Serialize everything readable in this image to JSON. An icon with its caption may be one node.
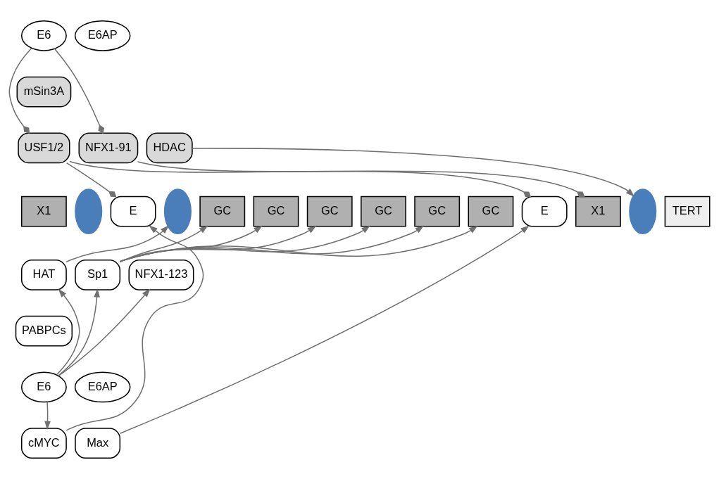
{
  "diagram": {
    "nodes": [
      {
        "text": [
          "E6"
        ]
      },
      {
        "text": [
          "E6AP"
        ]
      },
      {
        "text": [
          "USF1/2"
        ]
      },
      {
        "text": [
          "mSin3A"
        ]
      },
      {
        "text": [
          "NFX1-91"
        ]
      },
      {
        "text": [
          "HDAC"
        ]
      },
      {
        "text": [
          "X1"
        ]
      },
      {
        "text": [],
        "shape": "ellipse"
      },
      {
        "text": [
          "E"
        ]
      },
      {
        "text": [],
        "shape": "ellipse"
      },
      {
        "text": [
          "GC"
        ]
      },
      {
        "text": [
          "GC"
        ]
      },
      {
        "text": [
          "GC"
        ]
      },
      {
        "text": [
          "GC"
        ]
      },
      {
        "text": [
          "GC"
        ]
      },
      {
        "text": [
          "GC"
        ]
      },
      {
        "text": [
          "E"
        ]
      },
      {
        "text": [
          "X1"
        ]
      },
      {
        "text": [],
        "shape": "ellipse"
      },
      {
        "text": [
          "TERT"
        ]
      },
      {
        "text": [
          "HAT"
        ]
      },
      {
        "text": [
          "Sp1"
        ]
      },
      {
        "text": [
          "NFX1-123"
        ]
      },
      {
        "text": [
          "PABPCs"
        ]
      },
      {
        "text": [
          "E6"
        ]
      },
      {
        "text": [
          "E6AP"
        ]
      },
      {
        "text": [
          "cMYC"
        ]
      },
      {
        "text": [
          "Max"
        ]
      }
    ],
    "edges": [
      {
        "from": 0,
        "to": 2,
        "arrow": "other"
      },
      {
        "from": 0,
        "to": 4,
        "arrow": "other"
      },
      {
        "from": 2,
        "to": 8,
        "arrow": "other"
      },
      {
        "from": 2,
        "to": 16,
        "arrow": "other"
      },
      {
        "from": 4,
        "to": 17,
        "arrow": "other"
      },
      {
        "from": 5,
        "to": 18,
        "arrow": "to"
      },
      {
        "from": 20,
        "to": 9,
        "arrow": "to"
      },
      {
        "from": 21,
        "to": 10,
        "arrow": "to"
      },
      {
        "from": 21,
        "to": 11,
        "arrow": "to"
      },
      {
        "from": 21,
        "to": 12,
        "arrow": "to"
      },
      {
        "from": 21,
        "to": 13,
        "arrow": "to"
      },
      {
        "from": 21,
        "to": 14,
        "arrow": "to"
      },
      {
        "from": 21,
        "to": 15,
        "arrow": "to"
      },
      {
        "from": 24,
        "to": 20,
        "arrow": "to"
      },
      {
        "from": 24,
        "to": 21,
        "arrow": "to"
      },
      {
        "from": 24,
        "to": 22,
        "arrow": "to"
      },
      {
        "from": 24,
        "to": 26,
        "arrow": "to"
      },
      {
        "from": 26,
        "to": 8,
        "arrow": "to"
      },
      {
        "from": 27,
        "to": 16,
        "arrow": "to"
      }
    ]
  }
}
